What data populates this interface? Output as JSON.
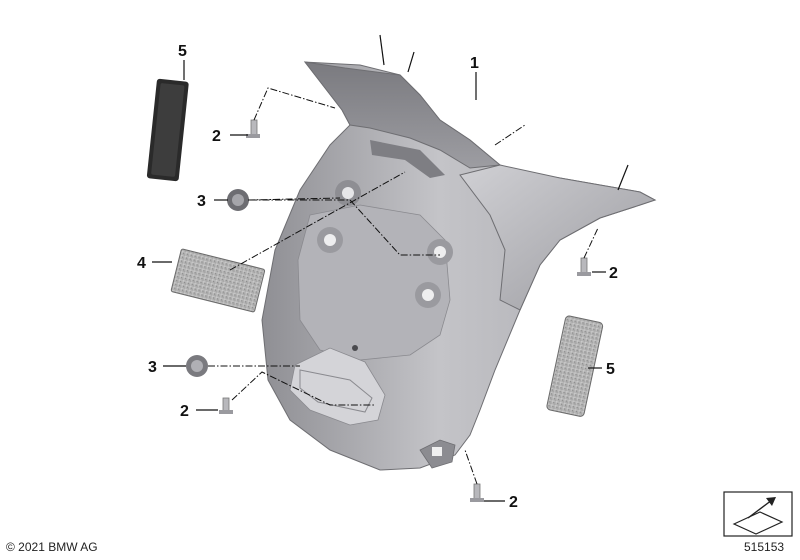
{
  "diagram": {
    "callouts": {
      "c1": "1",
      "c2a": "2",
      "c2b": "2",
      "c2c": "2",
      "c2d": "2",
      "c3a": "3",
      "c3b": "3",
      "c4": "4",
      "c5a": "5",
      "c5b": "5"
    }
  },
  "footer": {
    "copyright": "© 2021 BMW AG",
    "reference": "515153"
  },
  "colors": {
    "housing_light": "#c8c8cc",
    "housing_mid": "#a6a6ab",
    "housing_dark": "#7d7d82",
    "reflector_dark": "#2a2a2a",
    "reflector_light": "#b9b9b9"
  }
}
